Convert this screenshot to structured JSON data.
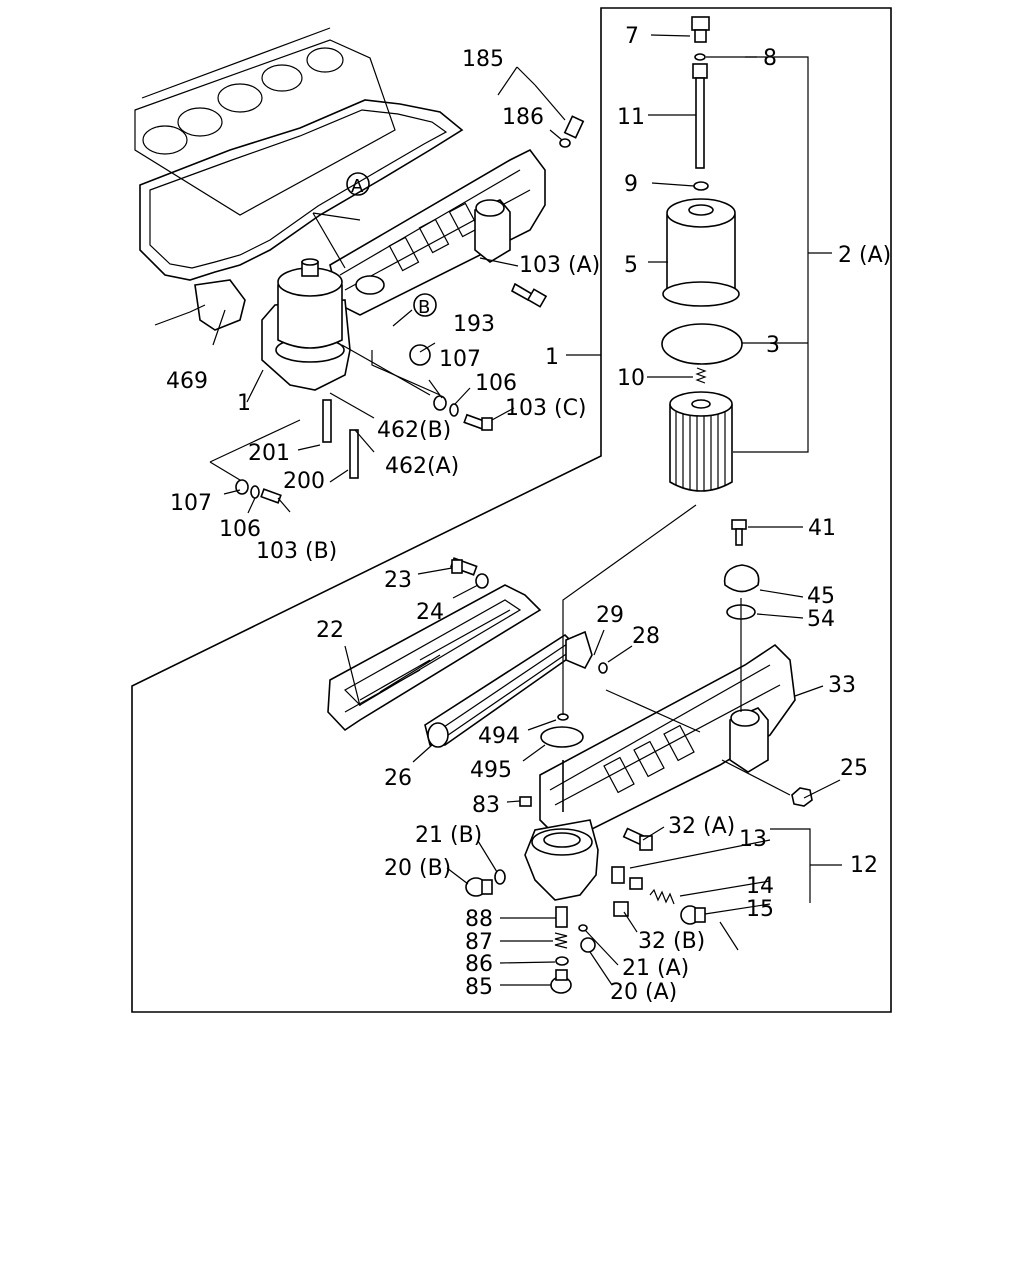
{
  "callouts": {
    "c7": "7",
    "c8": "8",
    "c11": "11",
    "c9": "9",
    "c5": "5",
    "c2a": "2 (A)",
    "c3": "3",
    "c10": "10",
    "c1r": "1",
    "c185": "185",
    "c186": "186",
    "c103a": "103 (A)",
    "c193": "193",
    "c107t": "107",
    "c106t": "106",
    "c103c": "103 (C)",
    "c469": "469",
    "c1l": "1",
    "c462b": "462(B)",
    "c201": "201",
    "c462a": "462(A)",
    "c200": "200",
    "c107b": "107",
    "c106b": "106",
    "c103b": "103 (B)",
    "c41": "41",
    "c45": "45",
    "c54": "54",
    "c23": "23",
    "c24": "24",
    "c22": "22",
    "c29": "29",
    "c28": "28",
    "c33": "33",
    "c494": "494",
    "c495": "495",
    "c26": "26",
    "c25": "25",
    "c83": "83",
    "c32a": "32 (A)",
    "c21b": "21 (B)",
    "c13": "13",
    "c20b": "20 (B)",
    "c12": "12",
    "c14": "14",
    "c88": "88",
    "c15": "15",
    "c87": "87",
    "c32b": "32 (B)",
    "c86": "86",
    "c21a": "21 (A)",
    "c85": "85",
    "c20a": "20 (A)"
  },
  "marks": {
    "A": "A",
    "B": "B"
  }
}
